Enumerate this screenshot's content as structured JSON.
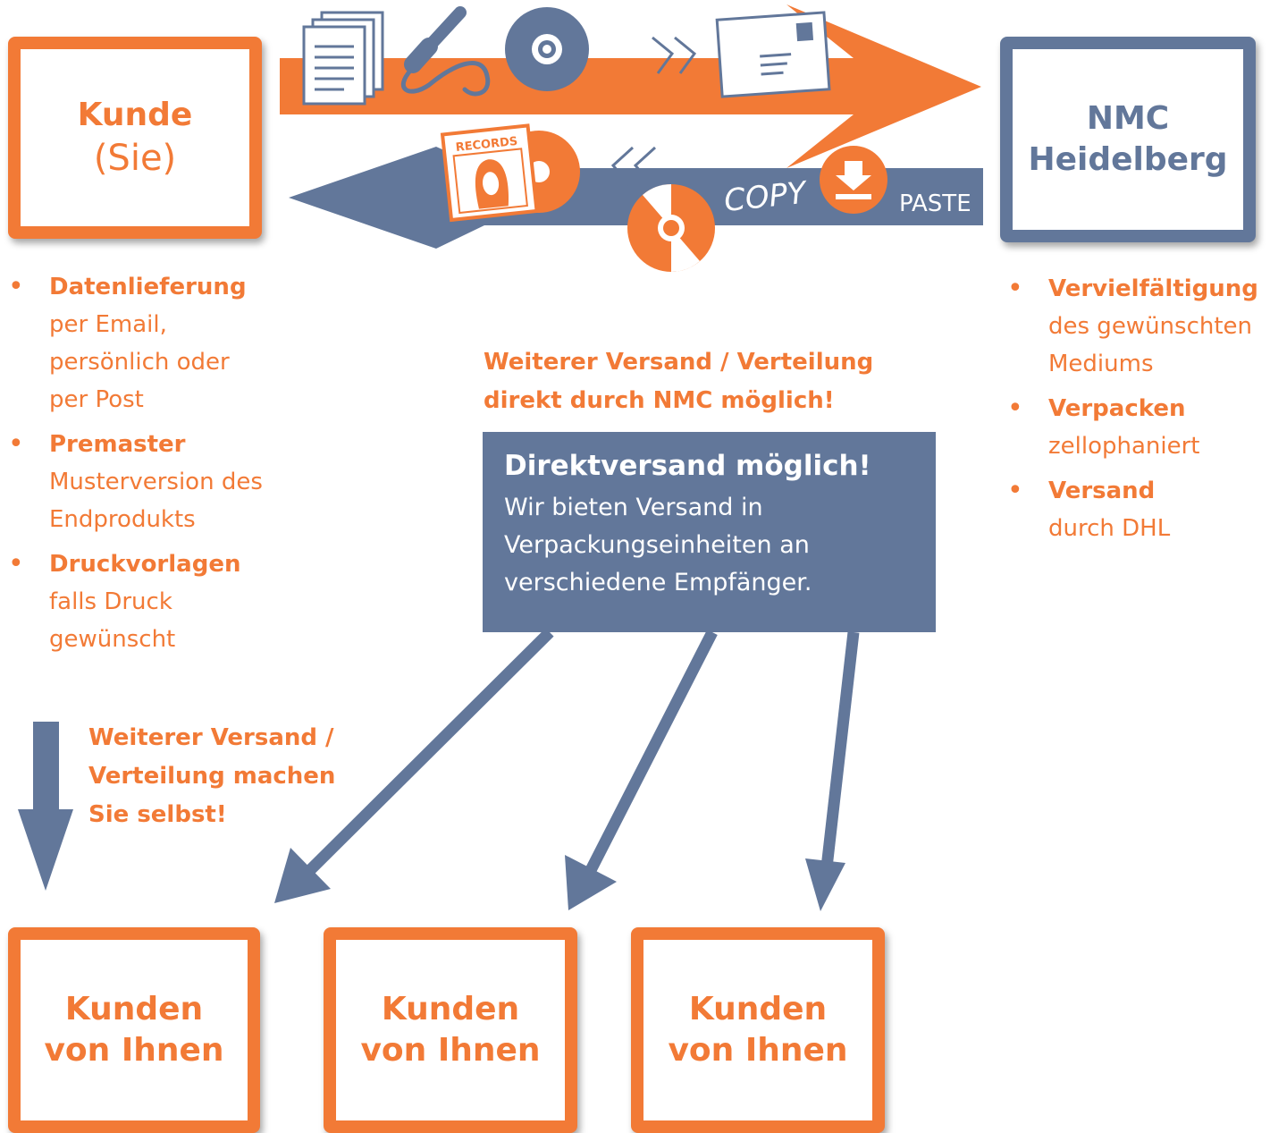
{
  "colors": {
    "orange": "#F27A36",
    "blue": "#62779A"
  },
  "customer_box": {
    "title": "Kunde",
    "subtitle": "(Sie)"
  },
  "nmc_box": {
    "line1": "NMC",
    "line2": "Heidelberg"
  },
  "icons_top": [
    "documents-icon",
    "audio-cable-icon",
    "disc-icon",
    "forward-arrows-icon",
    "envelope-icon"
  ],
  "icons_bottom": [
    "records-sleeve-icon",
    "back-arrows-icon",
    "disc-icon",
    "download-icon"
  ],
  "records_label": "RECORDS",
  "copy_label": "COPY",
  "paste_label": "PASTE",
  "customer_list": [
    {
      "title": "Datenlieferung",
      "desc_lines": [
        "per Email,",
        "persönlich oder",
        "per Post"
      ]
    },
    {
      "title": "Premaster",
      "desc_lines": [
        "Musterversion des",
        "Endprodukts"
      ]
    },
    {
      "title": "Druckvorlagen",
      "desc_lines": [
        "falls Druck",
        "gewünscht"
      ]
    }
  ],
  "nmc_list": [
    {
      "title": "Vervielfältigung",
      "desc_lines": [
        "des gewünschten",
        "Mediums"
      ]
    },
    {
      "title": "Verpacken",
      "desc_lines": [
        "zellophaniert"
      ]
    },
    {
      "title": "Versand",
      "desc_lines": [
        "durch DHL"
      ]
    }
  ],
  "note_nmc": {
    "line1": "Weiterer Versand / Verteilung",
    "line2": "direkt durch NMC möglich!"
  },
  "direct_box": {
    "heading": "Direktversand möglich!",
    "body_lines": [
      "Wir bieten Versand in",
      "Verpackungseinheiten an",
      "verschiedene Empfänger."
    ]
  },
  "note_self": {
    "line1": "Weiterer Versand /",
    "line2": "Verteilung machen",
    "line3": "Sie selbst!"
  },
  "recipients": [
    {
      "line1": "Kunden",
      "line2": "von Ihnen"
    },
    {
      "line1": "Kunden",
      "line2": "von Ihnen"
    },
    {
      "line1": "Kunden",
      "line2": "von Ihnen"
    }
  ]
}
